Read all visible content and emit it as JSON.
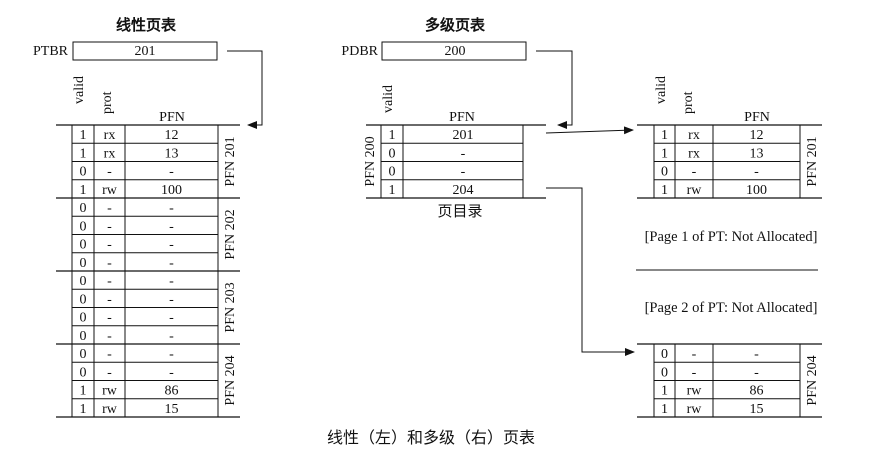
{
  "linear": {
    "title": "线性页表",
    "register_label": "PTBR",
    "register_value": "201",
    "headers": {
      "valid": "valid",
      "prot": "prot",
      "pfn": "PFN"
    },
    "groups": [
      {
        "label": "PFN 201",
        "rows": [
          {
            "valid": "1",
            "prot": "rx",
            "pfn": "12"
          },
          {
            "valid": "1",
            "prot": "rx",
            "pfn": "13"
          },
          {
            "valid": "0",
            "prot": "-",
            "pfn": "-"
          },
          {
            "valid": "1",
            "prot": "rw",
            "pfn": "100"
          }
        ]
      },
      {
        "label": "PFN 202",
        "rows": [
          {
            "valid": "0",
            "prot": "-",
            "pfn": "-"
          },
          {
            "valid": "0",
            "prot": "-",
            "pfn": "-"
          },
          {
            "valid": "0",
            "prot": "-",
            "pfn": "-"
          },
          {
            "valid": "0",
            "prot": "-",
            "pfn": "-"
          }
        ]
      },
      {
        "label": "PFN 203",
        "rows": [
          {
            "valid": "0",
            "prot": "-",
            "pfn": "-"
          },
          {
            "valid": "0",
            "prot": "-",
            "pfn": "-"
          },
          {
            "valid": "0",
            "prot": "-",
            "pfn": "-"
          },
          {
            "valid": "0",
            "prot": "-",
            "pfn": "-"
          }
        ]
      },
      {
        "label": "PFN 204",
        "rows": [
          {
            "valid": "0",
            "prot": "-",
            "pfn": "-"
          },
          {
            "valid": "0",
            "prot": "-",
            "pfn": "-"
          },
          {
            "valid": "1",
            "prot": "rw",
            "pfn": "86"
          },
          {
            "valid": "1",
            "prot": "rw",
            "pfn": "15"
          }
        ]
      }
    ]
  },
  "multilevel": {
    "title": "多级页表",
    "register_label": "PDBR",
    "register_value": "200",
    "directory": {
      "side_label": "PFN 200",
      "headers": {
        "valid": "valid",
        "pfn": "PFN"
      },
      "rows": [
        {
          "valid": "1",
          "pfn": "201"
        },
        {
          "valid": "0",
          "pfn": "-"
        },
        {
          "valid": "0",
          "pfn": "-"
        },
        {
          "valid": "1",
          "pfn": "204"
        }
      ],
      "caption": "页目录"
    },
    "page_201": {
      "label": "PFN 201",
      "headers": {
        "valid": "valid",
        "prot": "prot",
        "pfn": "PFN"
      },
      "rows": [
        {
          "valid": "1",
          "prot": "rx",
          "pfn": "12"
        },
        {
          "valid": "1",
          "prot": "rx",
          "pfn": "13"
        },
        {
          "valid": "0",
          "prot": "-",
          "pfn": "-"
        },
        {
          "valid": "1",
          "prot": "rw",
          "pfn": "100"
        }
      ]
    },
    "not_allocated_1": "[Page 1 of PT: Not Allocated]",
    "not_allocated_2": "[Page 2 of PT: Not Allocated]",
    "page_204": {
      "label": "PFN 204",
      "rows": [
        {
          "valid": "0",
          "prot": "-",
          "pfn": "-"
        },
        {
          "valid": "0",
          "prot": "-",
          "pfn": "-"
        },
        {
          "valid": "1",
          "prot": "rw",
          "pfn": "86"
        },
        {
          "valid": "1",
          "prot": "rw",
          "pfn": "15"
        }
      ]
    }
  },
  "caption": "线性（左）和多级（右）页表"
}
